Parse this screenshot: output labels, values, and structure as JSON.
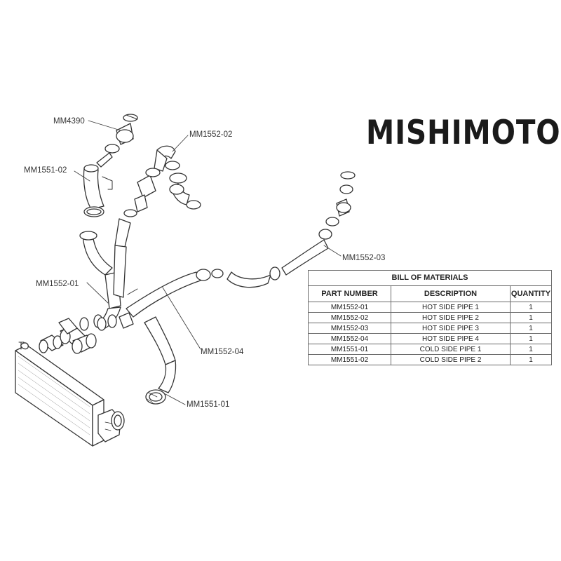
{
  "brand": {
    "name": "MISHIMOTO"
  },
  "callouts": {
    "mm4390": "MM4390",
    "mm1552_02": "MM1552-02",
    "mm1551_02": "MM1551-02",
    "mm1552_03": "MM1552-03",
    "mm1552_01": "MM1552-01",
    "mm1552_04": "MM1552-04",
    "mm1551_01": "MM1551-01"
  },
  "bom": {
    "title": "BILL OF MATERIALS",
    "headers": [
      "PART NUMBER",
      "DESCRIPTION",
      "QUANTITY"
    ],
    "rows": [
      {
        "part": "MM1552-01",
        "description": "HOT SIDE PIPE 1",
        "quantity": "1"
      },
      {
        "part": "MM1552-02",
        "description": "HOT SIDE PIPE 2",
        "quantity": "1"
      },
      {
        "part": "MM1552-03",
        "description": "HOT SIDE PIPE 3",
        "quantity": "1"
      },
      {
        "part": "MM1552-04",
        "description": "HOT SIDE PIPE 4",
        "quantity": "1"
      },
      {
        "part": "MM1551-01",
        "description": "COLD SIDE PIPE 1",
        "quantity": "1"
      },
      {
        "part": "MM1551-02",
        "description": "COLD SIDE PIPE 2",
        "quantity": "1"
      }
    ]
  }
}
